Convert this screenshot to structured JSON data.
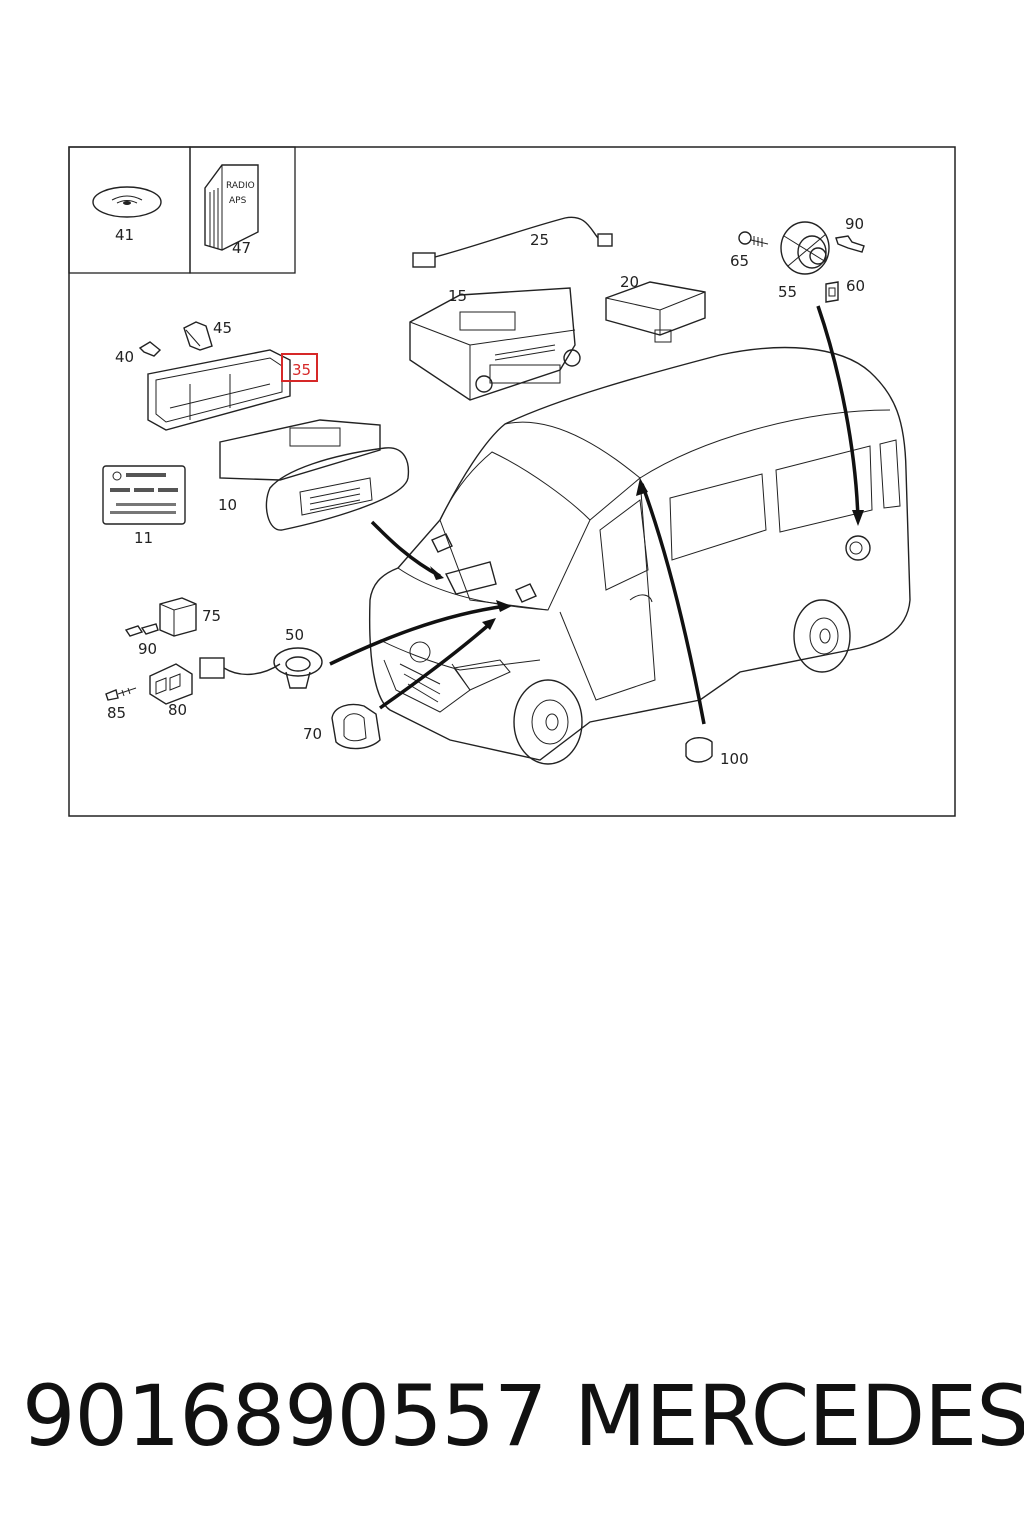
{
  "diagram": {
    "callouts": {
      "c10": "10",
      "c11": "11",
      "c15": "15",
      "c20": "20",
      "c25": "25",
      "c35": "35",
      "c40": "40",
      "c41": "41",
      "c45": "45",
      "c47": "47",
      "c50": "50",
      "c55": "55",
      "c60": "60",
      "c65": "65",
      "c70": "70",
      "c75": "75",
      "c80": "80",
      "c85": "85",
      "c90a": "90",
      "c90b": "90",
      "c100": "100"
    },
    "booklet_text": {
      "line1": "RADIO",
      "line2": "APS"
    },
    "highlight_color": "#d62828"
  },
  "footer": {
    "part_number": "9016890557",
    "brand": "MERCEDES"
  }
}
